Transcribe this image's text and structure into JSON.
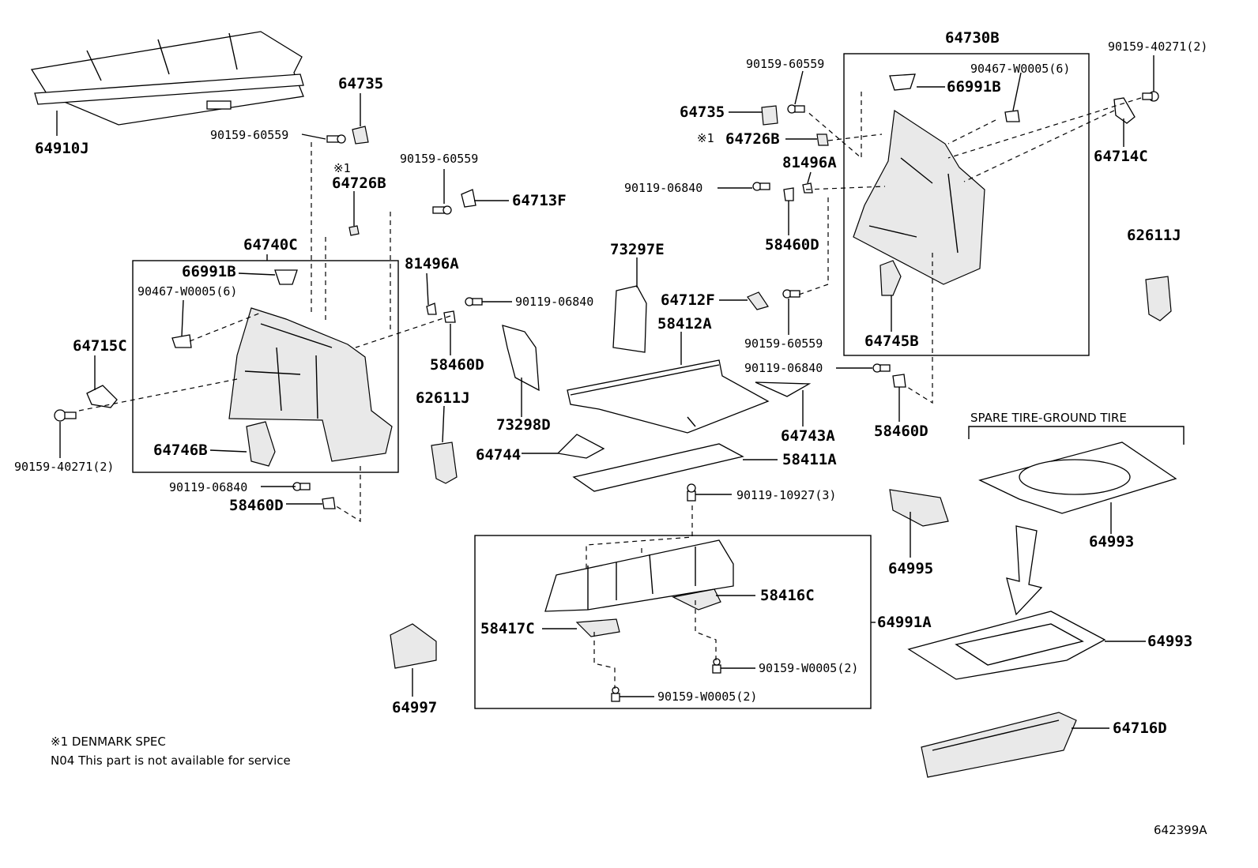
{
  "labels": {
    "p64910J": "64910J",
    "p64735a": "64735",
    "p90159_60559a": "90159-60559",
    "p64726Ba_mark": "※1",
    "p64726Ba": "64726B",
    "p90159_60559b": "90159-60559",
    "p64713F": "64713F",
    "p64740C": "64740C",
    "p66991Ba": "66991B",
    "p90467a": "90467-W0005(6)",
    "p81496Aa": "81496A",
    "p90119_06840a": "90119-06840",
    "p64715C": "64715C",
    "p58460Da": "58460D",
    "p62611Ja": "62611J",
    "p73298D": "73298D",
    "p90159_40271a": "90159-40271(2)",
    "p64746B": "64746B",
    "p90119_06840b": "90119-06840",
    "p58460Db": "58460D",
    "p73297E": "73297E",
    "p58412A": "58412A",
    "p64744": "64744",
    "p58411A": "58411A",
    "p90119_10927": "90119-10927(3)",
    "p64730B": "64730B",
    "p90159_60559c": "90159-60559",
    "p90467b": "90467-W0005(6)",
    "p66991Bb": "66991B",
    "p64735b": "64735",
    "p64726Bb_mark": "※1",
    "p64726Bb": "64726B",
    "p81496Ab": "81496A",
    "p90119_06840c": "90119-06840",
    "p58460Dc": "58460D",
    "p64712F": "64712F",
    "p90159_60559d": "90159-60559",
    "p64745B": "64745B",
    "p90119_06840d": "90119-06840",
    "p64743A": "64743A",
    "p58460Dd": "58460D",
    "p90159_40271b": "90159-40271(2)",
    "p64714C": "64714C",
    "p62611Jb": "62611J",
    "spare_tire": "SPARE TIRE-GROUND TIRE",
    "p64993a": "64993",
    "p64995": "64995",
    "p64993b": "64993",
    "p58416C": "58416C",
    "p58417C": "58417C",
    "p64991A": "64991A",
    "p90159_W0005a": "90159-W0005(2)",
    "p90159_W0005b": "90159-W0005(2)",
    "p64997": "64997",
    "p64716D": "64716D"
  },
  "notes": {
    "spec_note": "※1 DENMARK SPEC",
    "service_note": "N04 This part is not  available for service"
  },
  "figure_id": "642399A"
}
